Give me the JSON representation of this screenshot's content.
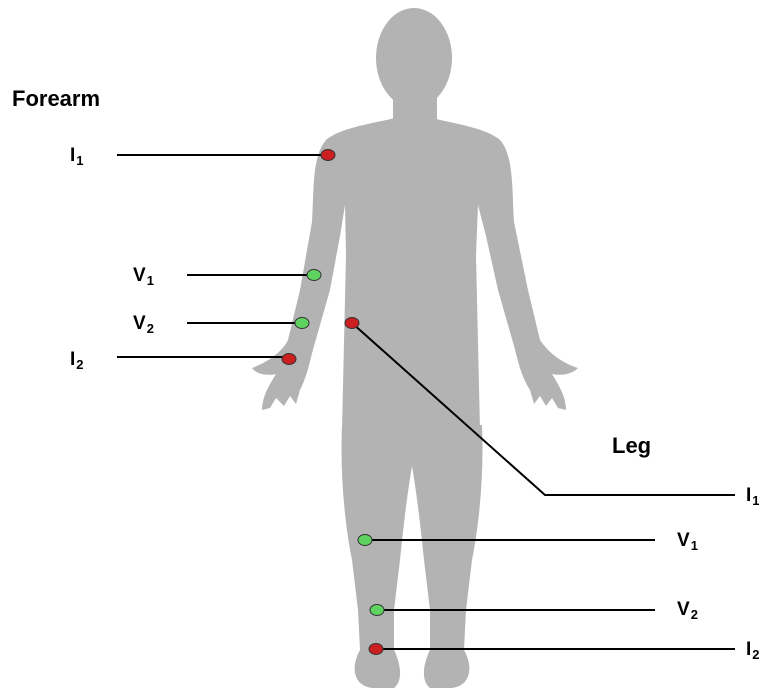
{
  "sections": {
    "forearm": "Forearm",
    "leg": "Leg"
  },
  "forearm_electrodes": [
    {
      "letter": "I",
      "sub": "1",
      "type": "current"
    },
    {
      "letter": "V",
      "sub": "1",
      "type": "voltage"
    },
    {
      "letter": "V",
      "sub": "2",
      "type": "voltage"
    },
    {
      "letter": "I",
      "sub": "2",
      "type": "current"
    }
  ],
  "leg_electrodes": [
    {
      "letter": "I",
      "sub": "1",
      "type": "current"
    },
    {
      "letter": "V",
      "sub": "1",
      "type": "voltage"
    },
    {
      "letter": "V",
      "sub": "2",
      "type": "voltage"
    },
    {
      "letter": "I",
      "sub": "2",
      "type": "current"
    }
  ],
  "colors": {
    "body": "#b3b3b3",
    "current_electrode": "#cc1f1f",
    "voltage_electrode": "#5fd35f",
    "line": "#000000",
    "text": "#000000"
  }
}
